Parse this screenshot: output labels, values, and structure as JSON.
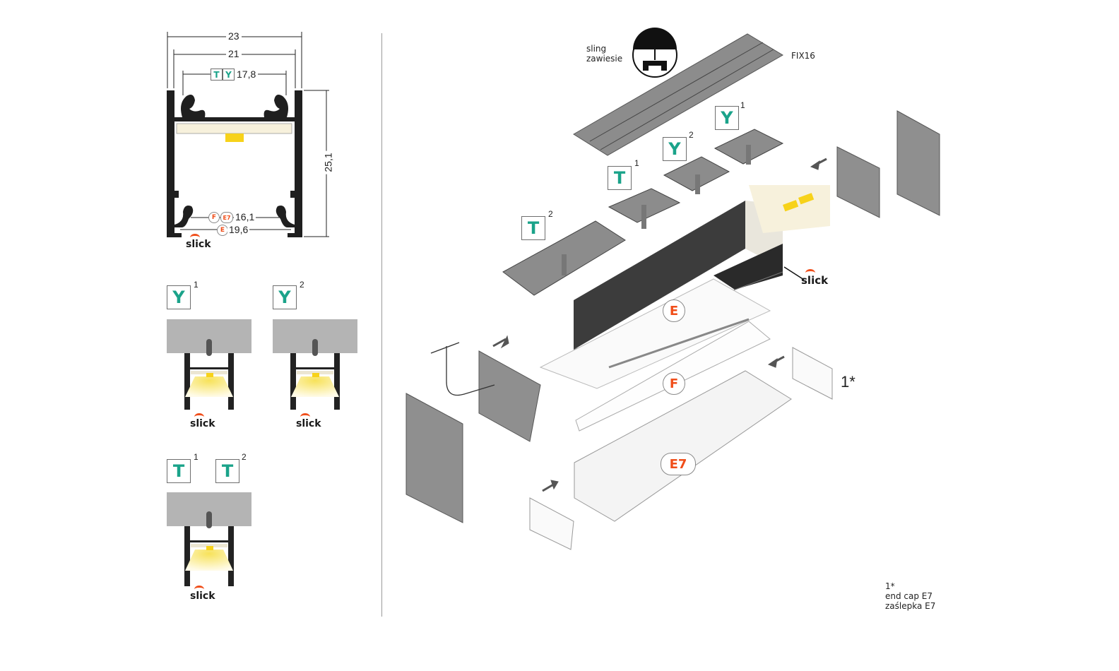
{
  "profile_section": {
    "dimensions": {
      "outer_width": "23",
      "inner_width": "21",
      "mount_width": "17,8",
      "mount_badges": [
        "T",
        "Y"
      ],
      "diffuser_fe7_width": "16,1",
      "diffuser_fe7_badges": [
        "F",
        "E7"
      ],
      "diffuser_e_width": "19,6",
      "diffuser_e_badge": "E",
      "height": "25,1"
    },
    "brand": "slick"
  },
  "mounting_variants": [
    {
      "label": "Y",
      "index": "1",
      "brand": "slick"
    },
    {
      "label": "Y",
      "index": "2",
      "brand": "slick"
    },
    {
      "label": "T",
      "index": "1"
    },
    {
      "label": "T",
      "index": "2",
      "brand": "slick"
    }
  ],
  "exploded_view": {
    "sling_label_line1": "sling",
    "sling_label_line2": "zawiesie",
    "fix_label": "FIX16",
    "brackets": [
      {
        "label": "Y",
        "index": "1"
      },
      {
        "label": "Y",
        "index": "2"
      },
      {
        "label": "T",
        "index": "1"
      },
      {
        "label": "T",
        "index": "2"
      }
    ],
    "diffusers": [
      "E",
      "F",
      "E7"
    ],
    "endcap_mark": "1*",
    "brand": "slick"
  },
  "footnote": {
    "mark": "1*",
    "line1": "end cap E7",
    "line2": "zaślepka E7"
  },
  "colors": {
    "badge_green": "#1aa38a",
    "diffuser_orange": "#f04e1a",
    "profile_black": "#1f1f1f",
    "part_grey": "#8c8c8c",
    "light_yellow": "#f7e25a"
  }
}
